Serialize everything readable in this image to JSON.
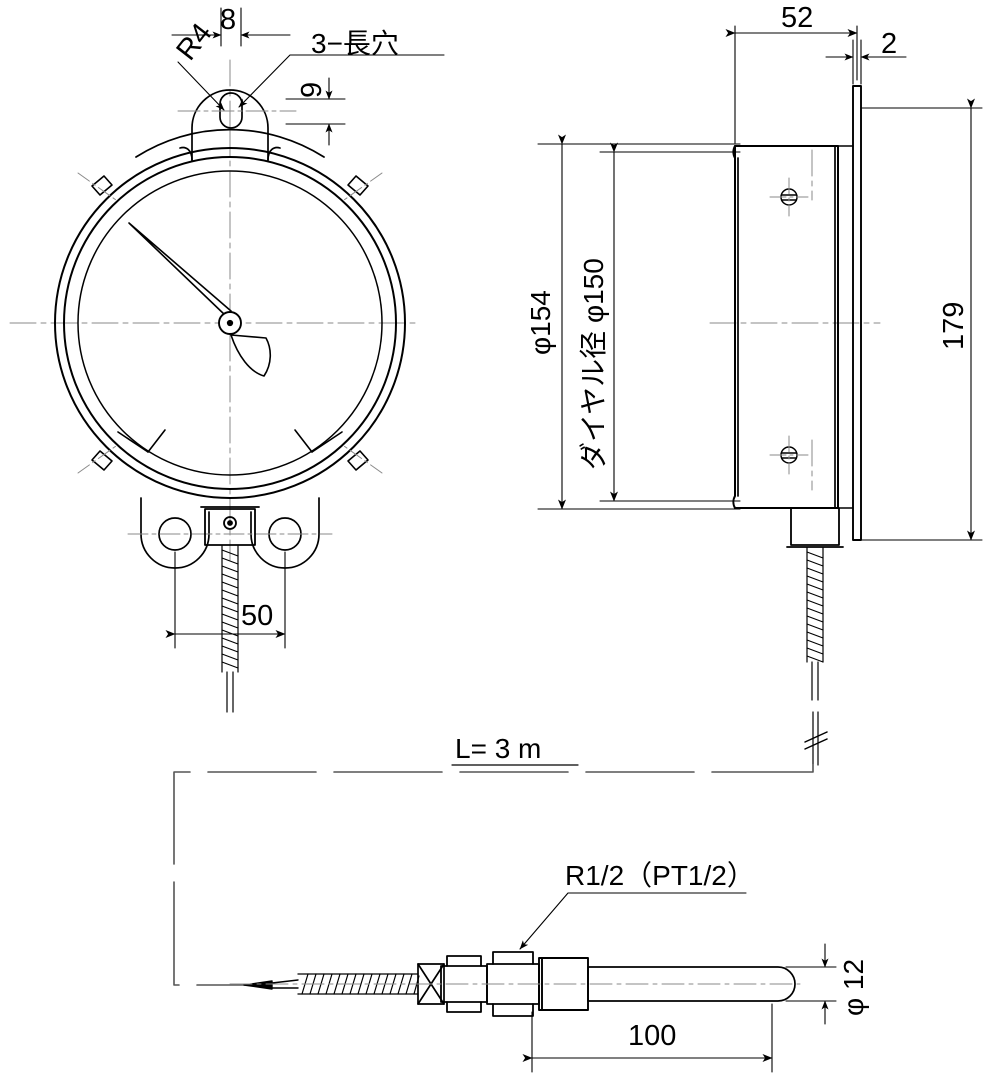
{
  "drawing": {
    "title": "Capillary Dial Gauge Outline Drawing",
    "units": "mm",
    "line_color": "#000000",
    "center_line_color": "#808080",
    "background": "#ffffff"
  },
  "views": {
    "front": {
      "name": "front-view",
      "dial_outer_label": "φ154",
      "parts": [
        "bezel-ring",
        "dial-face",
        "pointer",
        "pointer-counterweight",
        "hub",
        "bezel-clip",
        "top-mounting-bracket",
        "bottom-mounting-ears",
        "capillary-clamp",
        "armored-capillary"
      ]
    },
    "side": {
      "name": "side-view",
      "parts": [
        "case-body",
        "rear-flange-plate",
        "mounting-screw",
        "capillary-exit-block",
        "armored-capillary",
        "break-symbol"
      ]
    },
    "thermowell": {
      "name": "thermowell-view",
      "parts": [
        "capillary-tail",
        "armored-capillary",
        "union-block",
        "hex-nut",
        "threaded-body",
        "stem"
      ]
    }
  },
  "dimensions": {
    "bracket_slot_width": "8",
    "bracket_corner_radius": "R4",
    "bracket_slot_height": "9",
    "slot_note": "3−長穴",
    "dial_outer_dia": "φ154",
    "dial_face_dia": "ダイヤル径 φ150",
    "case_depth": "52",
    "flange_thickness": "2",
    "overall_height": "179",
    "ear_spacing": "50",
    "capillary_length": "L= 3 m",
    "thread_spec": "R1/2（PT1/2）",
    "stem_dia": "φ 12",
    "stem_length": "100"
  },
  "labels": [
    {
      "id": "dim-8",
      "text": "8",
      "name": "dimension-bracket-slot-width"
    },
    {
      "id": "dim-r4",
      "text": "R4",
      "name": "dimension-corner-radius"
    },
    {
      "id": "note-slot",
      "text": "3−長穴",
      "name": "note-three-elongated-holes"
    },
    {
      "id": "dim-9",
      "text": "9",
      "name": "dimension-bracket-slot-height"
    },
    {
      "id": "dim-phi154",
      "text": "φ 154",
      "name": "dimension-outer-diameter"
    },
    {
      "id": "dim-dial150",
      "text": "ダイヤル径 φ 150",
      "name": "dimension-dial-diameter"
    },
    {
      "id": "dim-52",
      "text": "52",
      "name": "dimension-case-depth"
    },
    {
      "id": "dim-2",
      "text": "2",
      "name": "dimension-flange-thickness"
    },
    {
      "id": "dim-179",
      "text": "179",
      "name": "dimension-overall-height"
    },
    {
      "id": "dim-50",
      "text": "50",
      "name": "dimension-ear-spacing"
    },
    {
      "id": "dim-L3m",
      "text": "L= 3 m",
      "name": "dimension-capillary-length"
    },
    {
      "id": "note-thread",
      "text": "R1/2（PT1/2）",
      "name": "note-thread-spec"
    },
    {
      "id": "dim-phi12",
      "text": "φ 12",
      "name": "dimension-stem-diameter"
    },
    {
      "id": "dim-100",
      "text": "100",
      "name": "dimension-stem-length"
    }
  ]
}
